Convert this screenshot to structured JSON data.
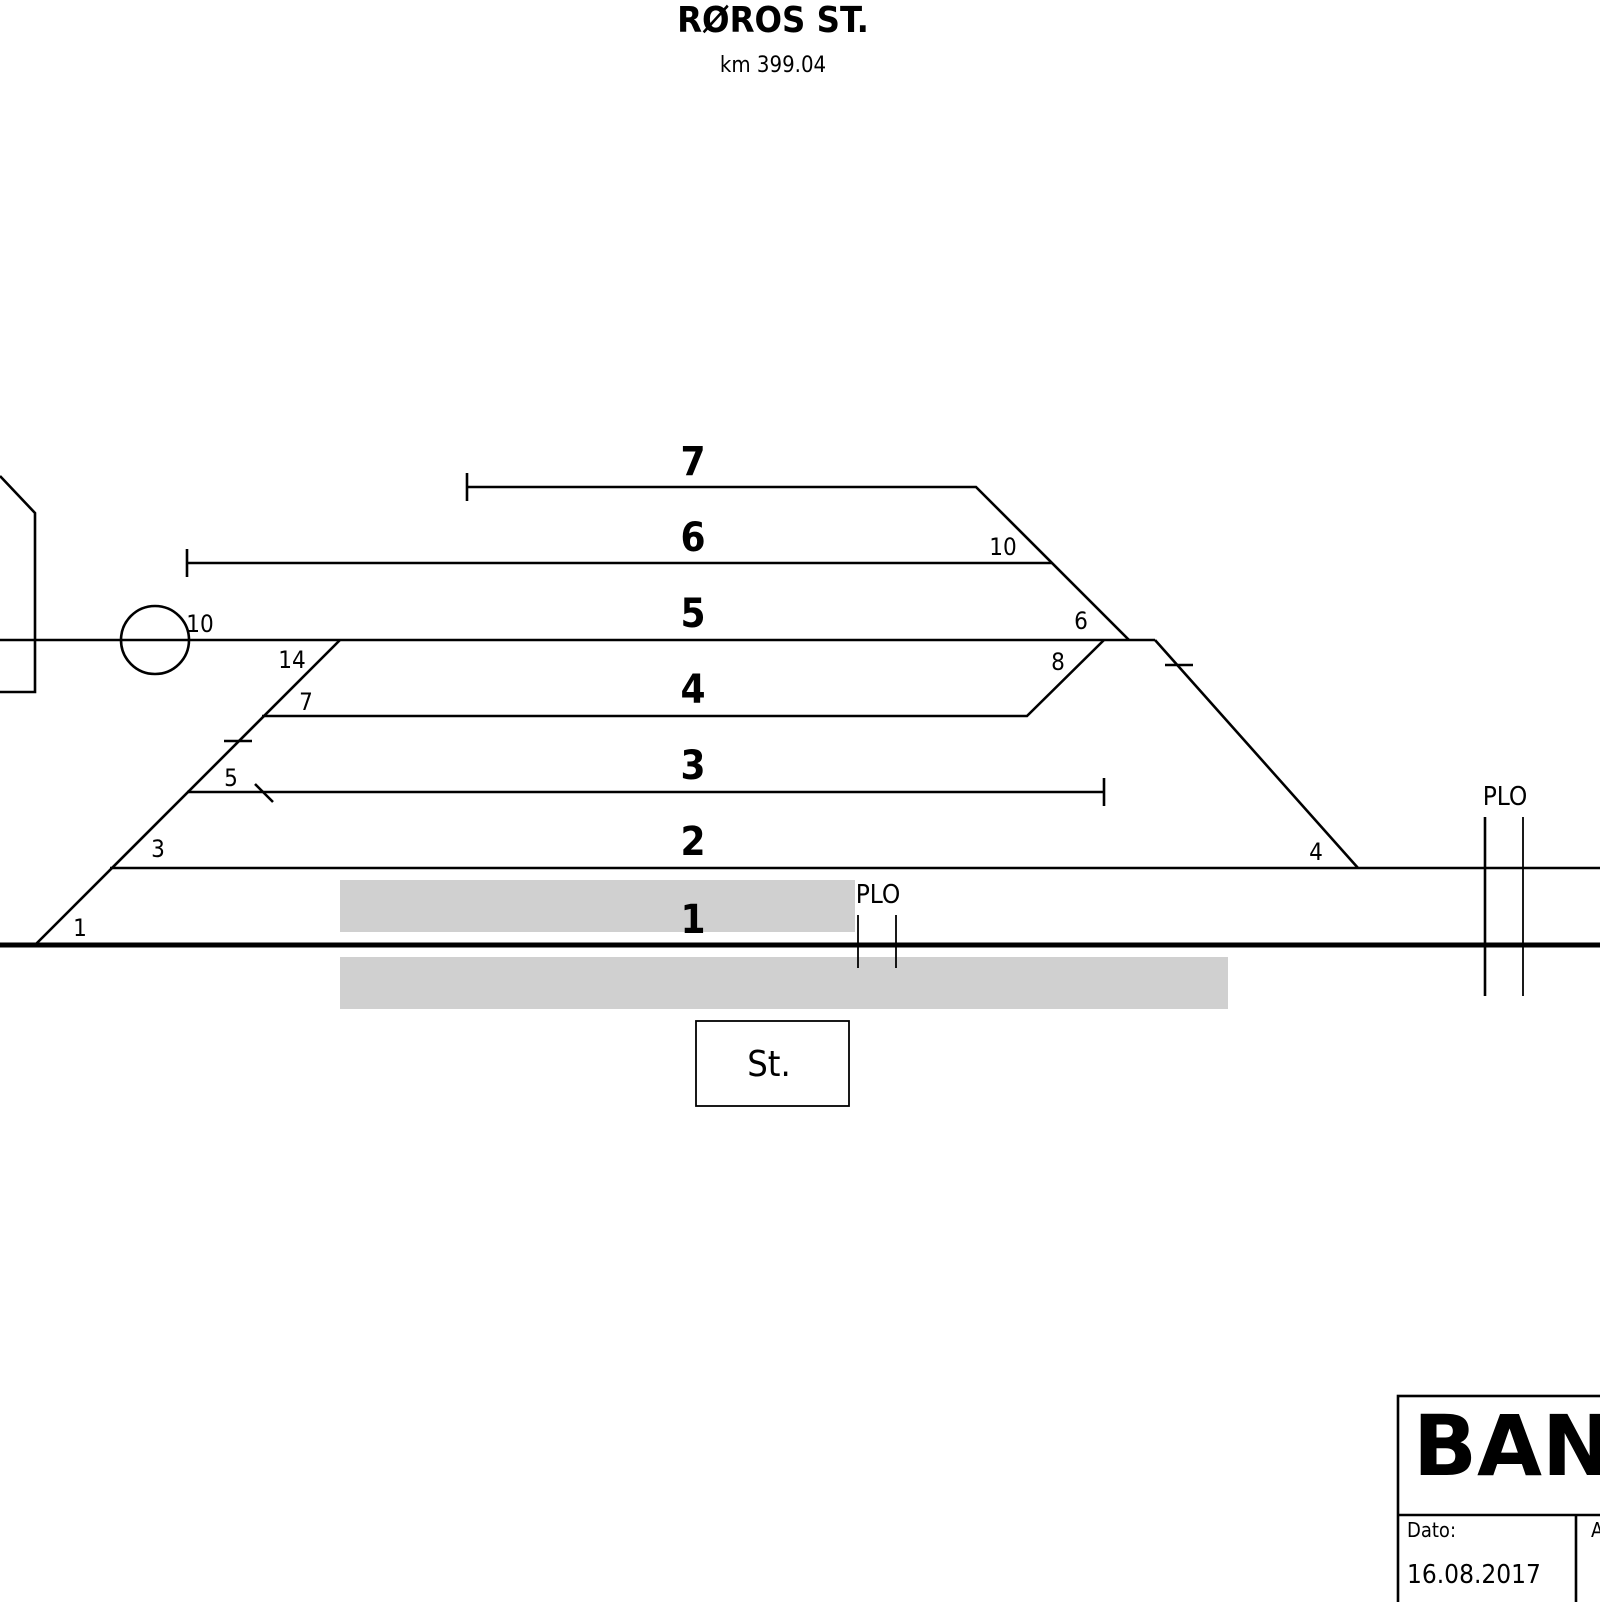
{
  "title": "RØROS ST.",
  "subtitle": "km 399.04",
  "tracks": [
    "7",
    "6",
    "5",
    "4",
    "3",
    "2",
    "1"
  ],
  "switches": {
    "left_1": "1",
    "left_3": "3",
    "left_5": "5",
    "left_7": "7",
    "left_14": "14",
    "left_10": "10",
    "right_10": "10",
    "right_6": "6",
    "right_8": "8",
    "right_4": "4"
  },
  "plo_labels": [
    "PLO",
    "PLO"
  ],
  "station_building": "St.",
  "title_block": {
    "logo_text": "BANE NOR",
    "date_label": "Dato:",
    "date_value": "16.08.2017",
    "next_label": "A"
  }
}
